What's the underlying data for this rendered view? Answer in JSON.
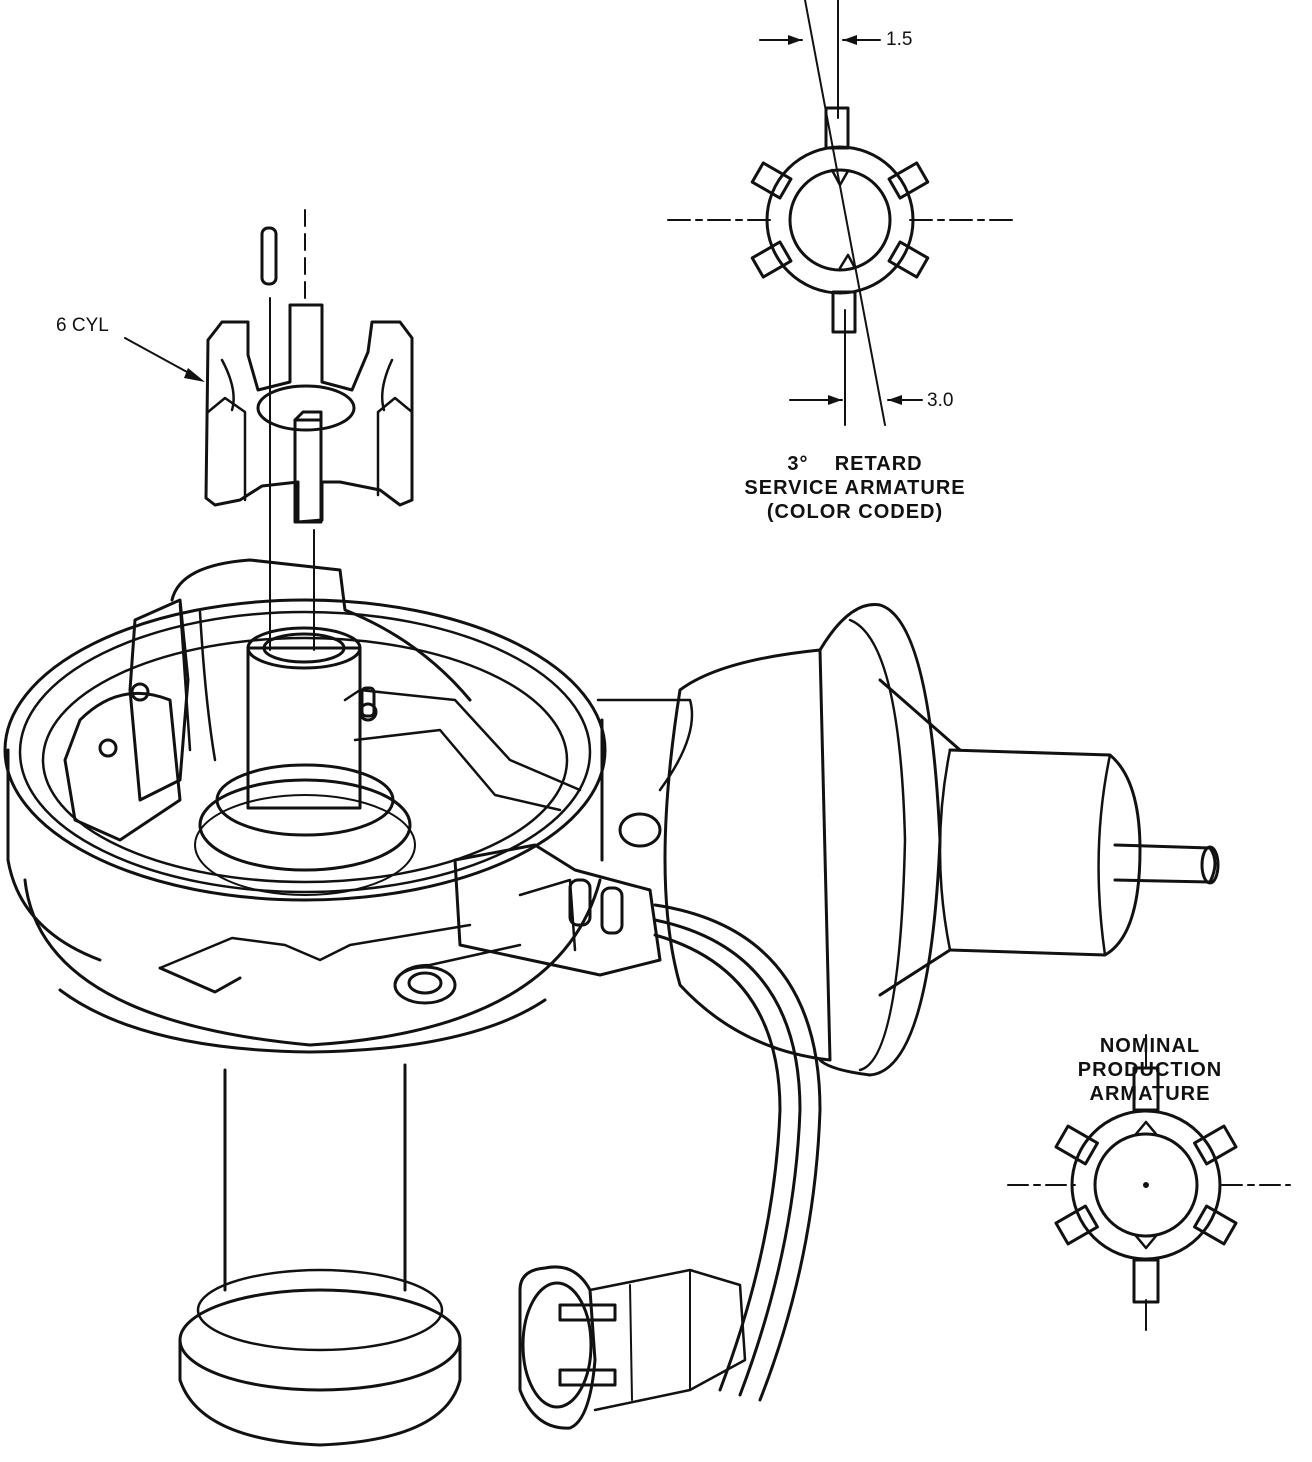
{
  "labels": {
    "six_cyl": "6 CYL",
    "dim_top": "1.5",
    "dim_bottom": "3.0",
    "retard_line1": "3°    RETARD",
    "retard_line2": "SERVICE ARMATURE",
    "retard_line3": "(COLOR CODED)",
    "nominal_line1": "NOMINAL",
    "nominal_line2": "PRODUCTION",
    "nominal_line3": "ARMATURE"
  },
  "colors": {
    "ink": "#111111",
    "paper": "#ffffff"
  }
}
